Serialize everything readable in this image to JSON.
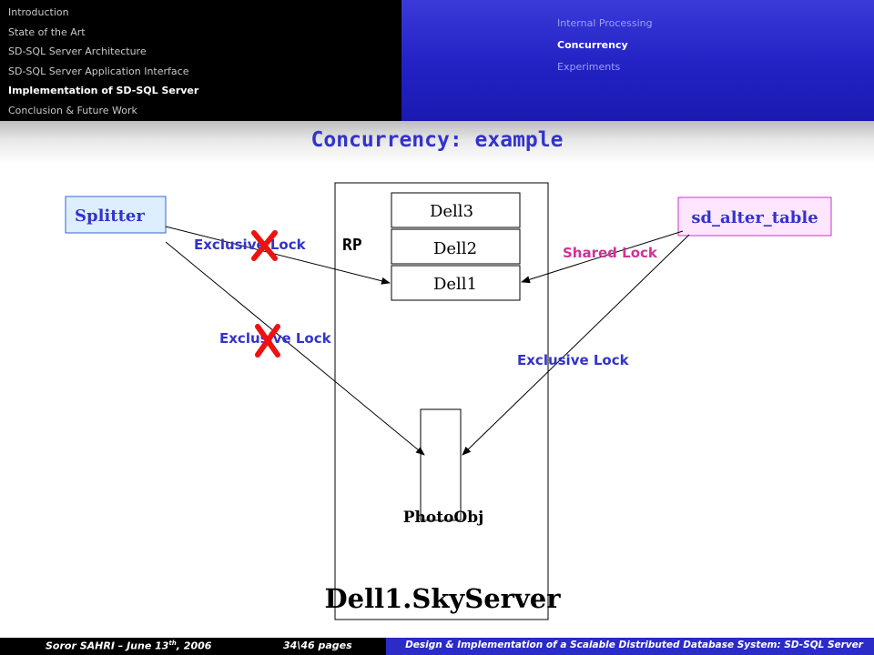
{
  "nav": {
    "sections": [
      {
        "label": "Introduction",
        "active": false
      },
      {
        "label": "State of the Art",
        "active": false
      },
      {
        "label": "SD-SQL Server Architecture",
        "active": false
      },
      {
        "label": "SD-SQL Server Application Interface",
        "active": false
      },
      {
        "label": "Implementation of SD-SQL Server",
        "active": true
      },
      {
        "label": "Conclusion & Future Work",
        "active": false
      }
    ],
    "subsections": [
      {
        "label": "Internal Processing",
        "active": false
      },
      {
        "label": "Concurrency",
        "active": true
      },
      {
        "label": "Experiments",
        "active": false
      }
    ]
  },
  "slide": {
    "title": "Concurrency: example"
  },
  "diagram": {
    "splitter": "Splitter",
    "sd_alter_table": "sd_alter_table",
    "rp_label": "RP",
    "partitions": [
      "Dell3",
      "Dell2",
      "Dell1"
    ],
    "photoobj": "PhotoObj",
    "server": "Dell1.SkyServer",
    "locks": {
      "splitter_to_rp": "Exclusive Lock",
      "splitter_to_photoobj": "Exclusive Lock",
      "alter_to_rp": "Shared Lock",
      "alter_to_photoobj": "Exclusive Lock"
    },
    "colors": {
      "lock_blue": "#3333cc",
      "lock_pink": "#cc3399",
      "cross_red": "#ee1111"
    }
  },
  "footer": {
    "author": "Soror SAHRI – June 13",
    "author_sup": "th",
    "year": ", 2006",
    "pages": "34\\46 pages",
    "subtitle": "Design & Implementation of a Scalable Distributed Database System: SD-SQL Server"
  }
}
